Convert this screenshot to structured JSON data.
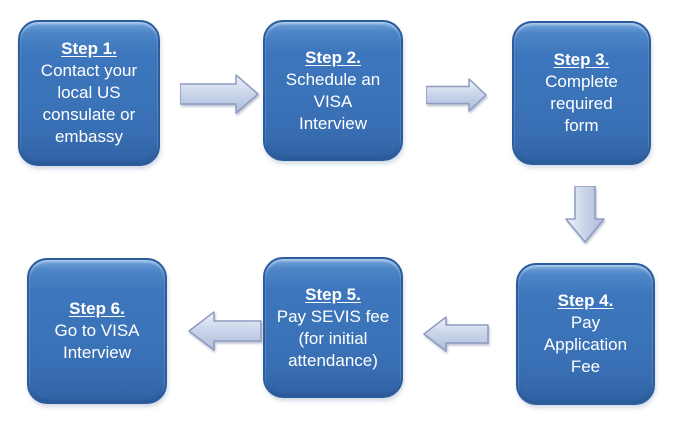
{
  "steps": [
    {
      "title": "Step 1.",
      "lines": [
        "Contact your",
        "local US",
        "consulate or",
        "embassy"
      ]
    },
    {
      "title": "Step 2.",
      "lines": [
        "Schedule an",
        "VISA",
        "Interview"
      ]
    },
    {
      "title": "Step 3.",
      "lines": [
        "Complete",
        "required",
        "form"
      ]
    },
    {
      "title": "Step 4.",
      "lines": [
        "Pay",
        "Application",
        "Fee"
      ]
    },
    {
      "title": "Step 5.",
      "lines": [
        "Pay SEVIS fee",
        "(for initial",
        "attendance)"
      ]
    },
    {
      "title": "Step 6.",
      "lines": [
        "Go to VISA",
        "Interview"
      ]
    }
  ],
  "flow": [
    {
      "from": "Step 1",
      "to": "Step 2",
      "direction": "right"
    },
    {
      "from": "Step 2",
      "to": "Step 3",
      "direction": "right"
    },
    {
      "from": "Step 3",
      "to": "Step 4",
      "direction": "down"
    },
    {
      "from": "Step 4",
      "to": "Step 5",
      "direction": "left"
    },
    {
      "from": "Step 5",
      "to": "Step 6",
      "direction": "left"
    }
  ],
  "colors": {
    "box_fill": "#3b73b9",
    "box_fill_highlight": "#74a6dc",
    "box_border": "#2b5c9e",
    "box_text": "#ffffff",
    "arrow_fill_light": "#edf1f8",
    "arrow_fill_dark": "#aebdda",
    "arrow_border": "#8d9cbf",
    "background": "#ffffff"
  }
}
